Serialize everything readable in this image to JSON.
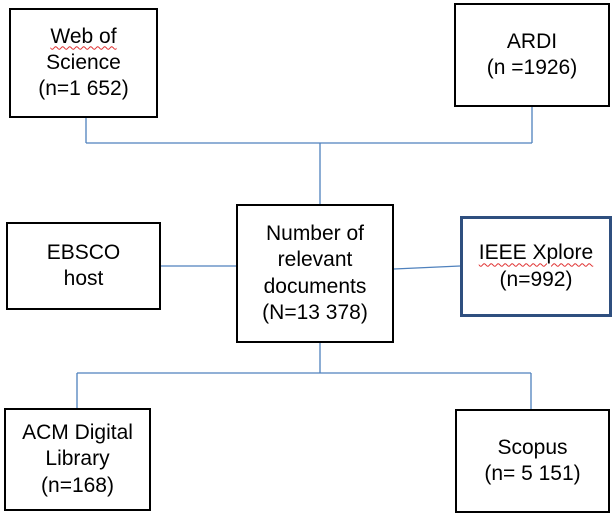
{
  "sources": {
    "wos": {
      "line1": "Web of",
      "line2": "Science",
      "line3": "(n=1 652)"
    },
    "ardi": {
      "line1": "ARDI",
      "line2": "(n =1926)"
    },
    "ebsco": {
      "line1": "EBSCO",
      "line2": "host"
    },
    "ieee": {
      "line1": "IEEE Xplore",
      "line2": "(n=992)"
    },
    "acm": {
      "line1": "ACM Digital",
      "line2": "Library",
      "line3": "(n=168)"
    },
    "scopus": {
      "line1": "Scopus",
      "line2": "(n= 5 151)"
    }
  },
  "center": {
    "line1": "Number of",
    "line2": "relevant",
    "line3": "documents",
    "line4": "(N=13 378)"
  },
  "colors": {
    "connector": "#4f81bd",
    "box_border": "#000000",
    "highlight_border": "#2f4f7f"
  }
}
